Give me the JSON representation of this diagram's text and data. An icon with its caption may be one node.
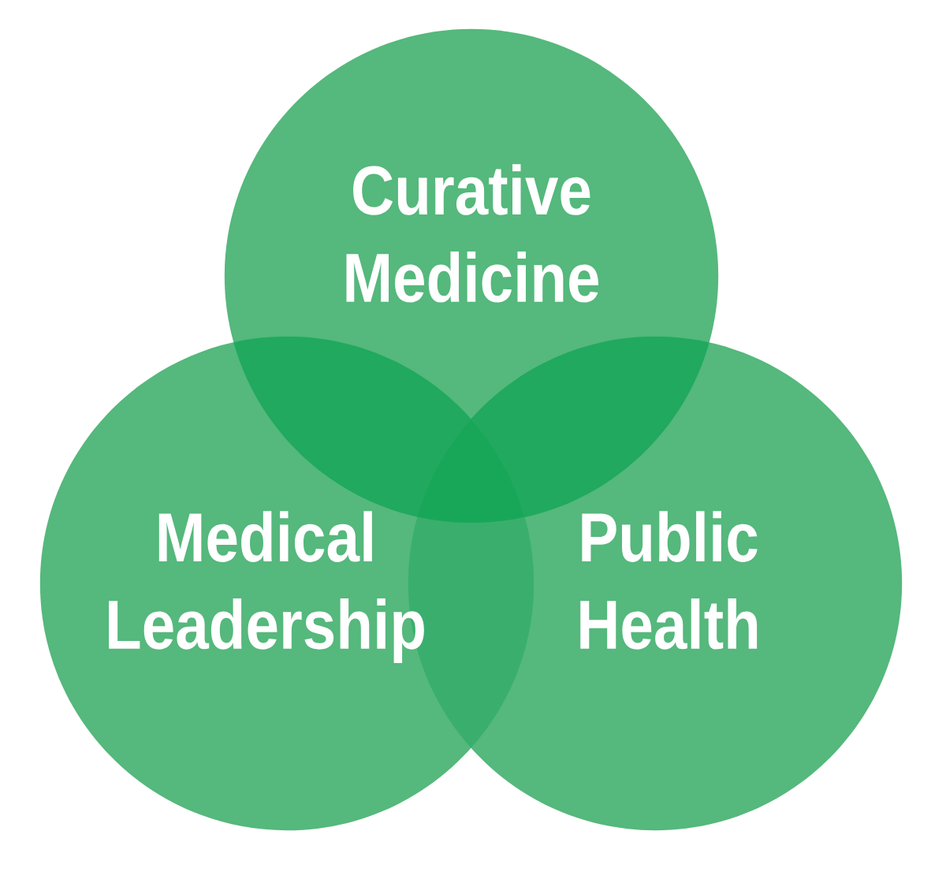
{
  "diagram": {
    "nodes": [
      {
        "text": [
          "Curative Medicine"
        ]
      },
      {
        "text": [
          "Medical Leadership"
        ]
      },
      {
        "text": [
          "Public Health"
        ]
      }
    ]
  }
}
